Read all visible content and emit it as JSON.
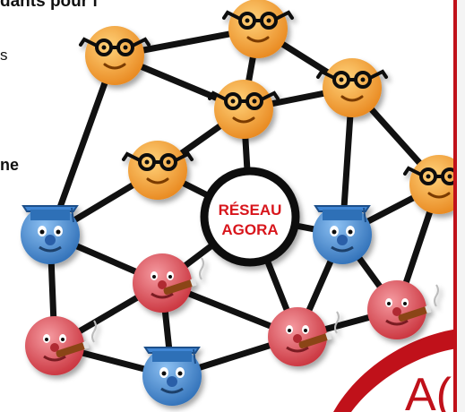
{
  "left_text": {
    "line1": "dants pour l",
    "line2": "s",
    "line3": "ne"
  },
  "hub": {
    "line1": "RÉSEAU",
    "line2": "AGORA"
  },
  "banner_partial_text": "A(",
  "colors": {
    "orange_face": "#f4a43c",
    "blue_face": "#4a8fd6",
    "red_face": "#e0505a",
    "accent_red": "#c0111a",
    "edge": "#111111"
  },
  "node_icons": {
    "orange": "glasses-face-icon",
    "blue": "graduate-cap-face-icon",
    "red": "cigar-face-icon"
  }
}
